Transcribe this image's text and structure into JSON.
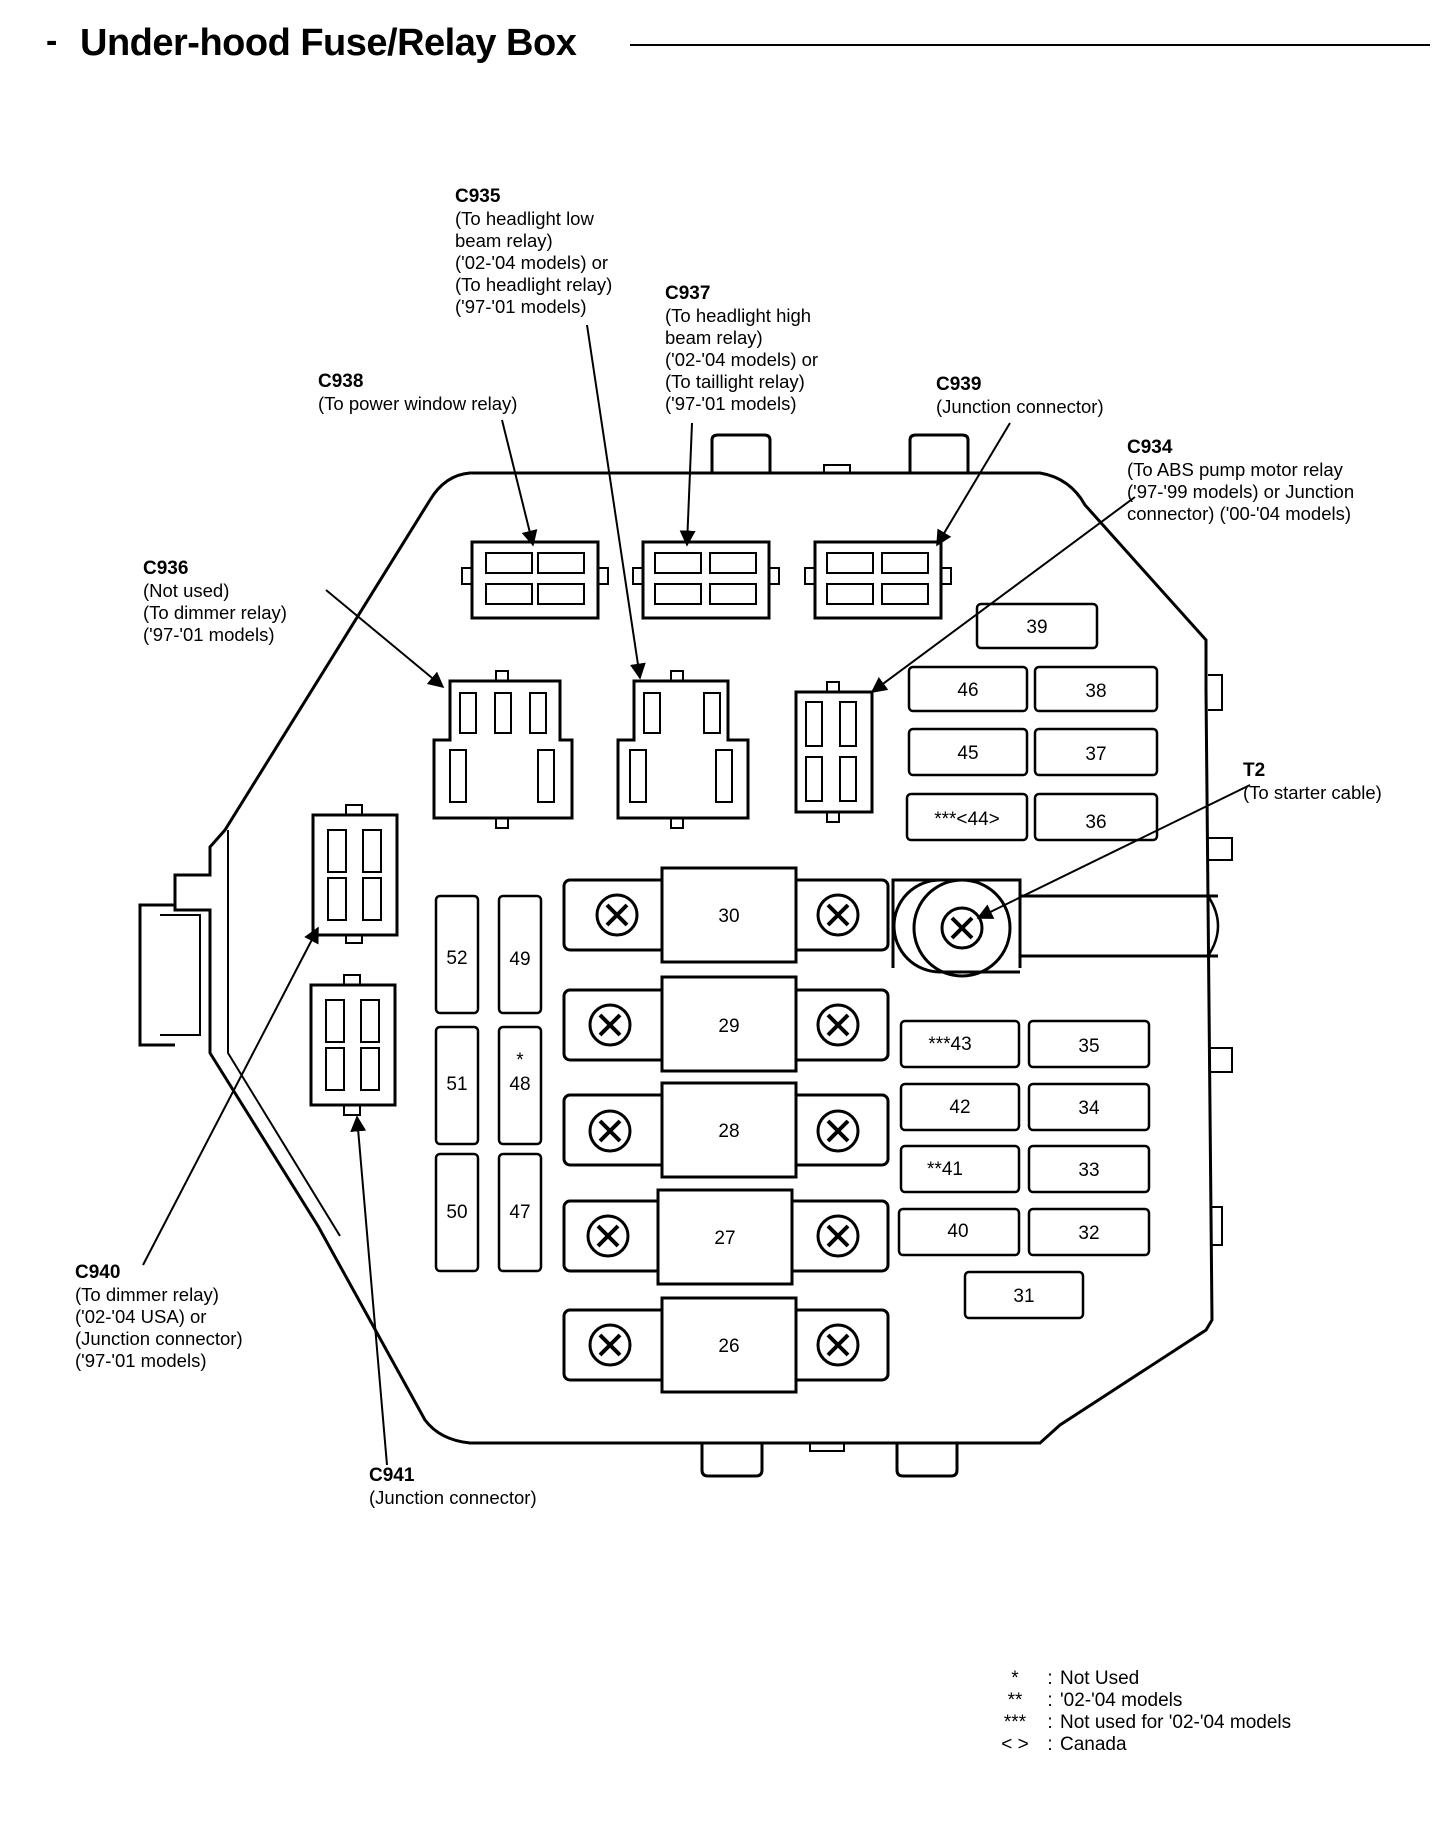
{
  "header": {
    "dash": "-",
    "title": "Under-hood Fuse/Relay Box"
  },
  "connectors": [
    {
      "id": "c935",
      "code": "C935",
      "lines": [
        "(To headlight low",
        "beam relay)",
        "('02-'04 models) or",
        "(To headlight relay)",
        "('97-'01 models)"
      ]
    },
    {
      "id": "c937",
      "code": "C937",
      "lines": [
        "(To headlight high",
        "beam relay)",
        "('02-'04 models) or",
        "(To taillight relay)",
        "('97-'01 models)"
      ]
    },
    {
      "id": "c938",
      "code": "C938",
      "lines": [
        "(To power window relay)"
      ]
    },
    {
      "id": "c939",
      "code": "C939",
      "lines": [
        "(Junction connector)"
      ]
    },
    {
      "id": "c934",
      "code": "C934",
      "lines": [
        "(To ABS pump motor relay",
        "('97-'99 models) or Junction",
        "connector) ('00-'04 models)"
      ]
    },
    {
      "id": "c936",
      "code": "C936",
      "lines": [
        "(Not used)",
        "(To dimmer relay)",
        "('97-'01 models)"
      ]
    },
    {
      "id": "t2",
      "code": "T2",
      "lines": [
        "(To starter cable)"
      ]
    },
    {
      "id": "c940",
      "code": "C940",
      "lines": [
        "(To dimmer relay)",
        "('02-'04 USA) or",
        "(Junction connector)",
        "('97-'01 models)"
      ]
    },
    {
      "id": "c941",
      "code": "C941",
      "lines": [
        "(Junction connector)"
      ]
    }
  ],
  "fuses": {
    "f39": "39",
    "f46": "46",
    "f38": "38",
    "f45": "45",
    "f37": "37",
    "f44": "***<44>",
    "f36": "36",
    "f52": "52",
    "f49": "49",
    "f51": "51",
    "f48": "48",
    "f48_mark": "*",
    "f50": "50",
    "f47": "47",
    "f43": "***43",
    "f35": "35",
    "f42": "42",
    "f34": "34",
    "f41": "**41",
    "f33": "33",
    "f40": "40",
    "f32": "32",
    "f31": "31",
    "f30": "30",
    "f29": "29",
    "f28": "28",
    "f27": "27",
    "f26": "26"
  },
  "legend": [
    {
      "sym": "*",
      "desc": "Not Used"
    },
    {
      "sym": "**",
      "desc": "'02-'04 models"
    },
    {
      "sym": "***",
      "desc": "Not used for '02-'04 models"
    },
    {
      "sym": "< >",
      "desc": "Canada"
    }
  ]
}
